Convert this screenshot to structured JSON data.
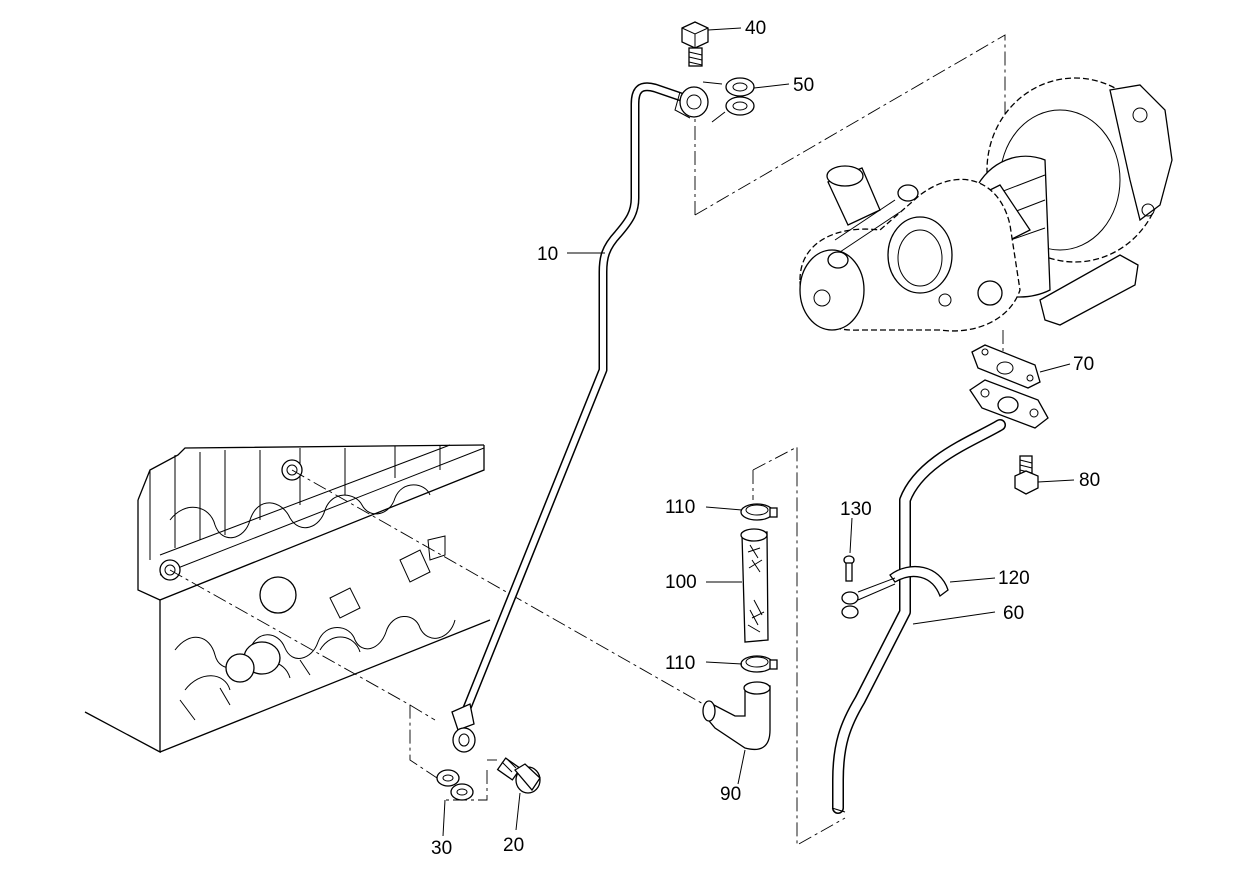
{
  "callouts": [
    {
      "id": "c10",
      "text": "10"
    },
    {
      "id": "c20",
      "text": "20"
    },
    {
      "id": "c30",
      "text": "30"
    },
    {
      "id": "c40",
      "text": "40"
    },
    {
      "id": "c50",
      "text": "50"
    },
    {
      "id": "c60",
      "text": "60"
    },
    {
      "id": "c70",
      "text": "70"
    },
    {
      "id": "c80",
      "text": "80"
    },
    {
      "id": "c90",
      "text": "90"
    },
    {
      "id": "c100",
      "text": "100"
    },
    {
      "id": "c110a",
      "text": "110"
    },
    {
      "id": "c110b",
      "text": "110"
    },
    {
      "id": "c120",
      "text": "120"
    },
    {
      "id": "c130",
      "text": "130"
    }
  ]
}
